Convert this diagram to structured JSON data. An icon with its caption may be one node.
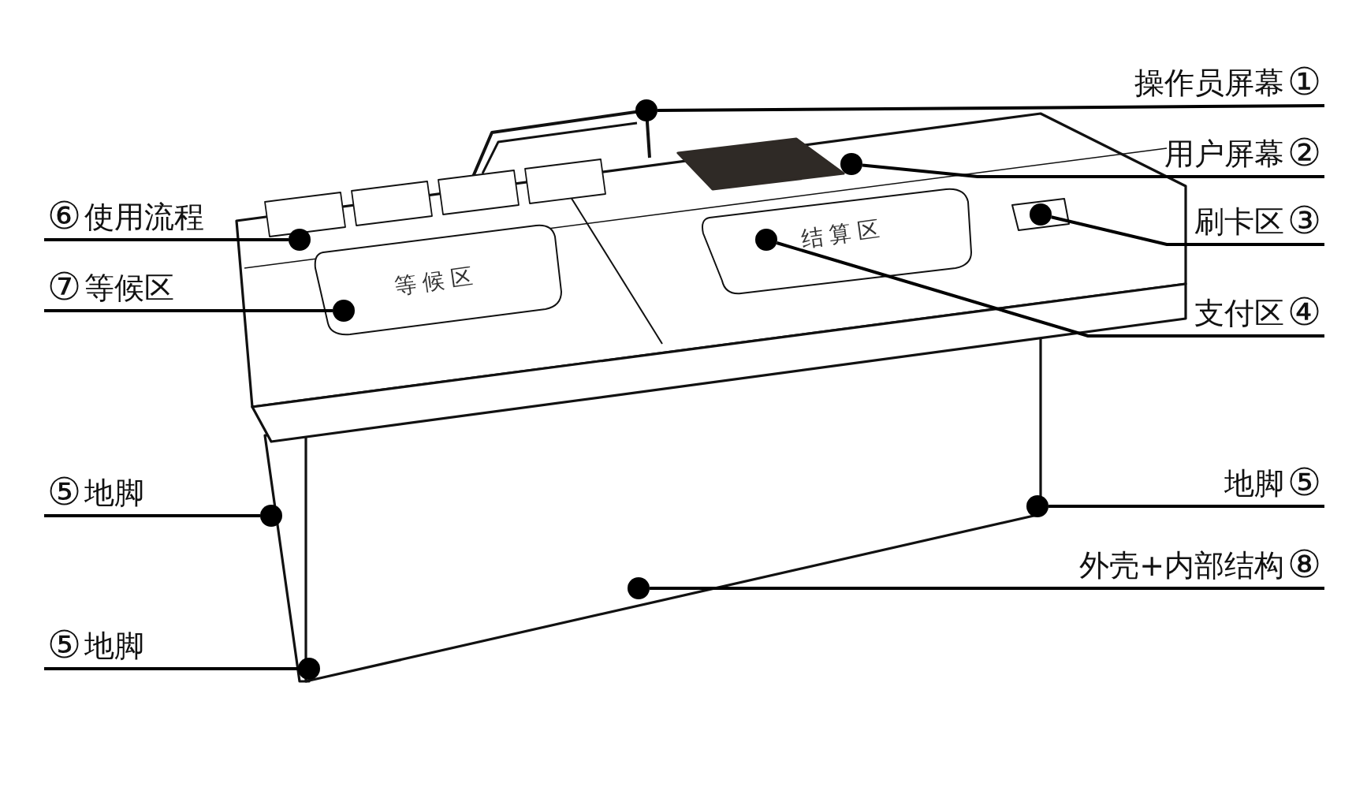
{
  "diagram": {
    "nodes": [
      {
        "text": [
          "操作员屏幕",
          "①"
        ]
      },
      {
        "text": [],
        "shape": "circle"
      },
      {
        "text": [
          "用户屏幕",
          "②"
        ]
      },
      {
        "text": [],
        "shape": "circle"
      },
      {
        "text": [
          "刷卡区",
          "③"
        ]
      },
      {
        "text": [],
        "shape": "circle"
      },
      {
        "text": [
          "支付区",
          "④"
        ]
      },
      {
        "text": [],
        "shape": "circle"
      },
      {
        "text": [
          "⑥",
          "使用流程"
        ]
      },
      {
        "text": [],
        "shape": "circle"
      },
      {
        "text": [
          "⑦",
          "等候区"
        ]
      },
      {
        "text": [],
        "shape": "circle"
      },
      {
        "text": [
          "⑤",
          "地脚"
        ]
      },
      {
        "text": [],
        "shape": "circle"
      },
      {
        "text": [
          "地脚",
          "⑤"
        ]
      },
      {
        "text": [],
        "shape": "circle"
      },
      {
        "text": [
          "⑤",
          "地脚"
        ]
      },
      {
        "text": [],
        "shape": "circle"
      },
      {
        "text": [
          "外壳+内部结构",
          "⑧"
        ]
      },
      {
        "text": [],
        "shape": "circle"
      }
    ],
    "edges": [
      {
        "from": 0,
        "to": 1,
        "arrow": "none"
      },
      {
        "from": 2,
        "to": 3,
        "arrow": "none"
      },
      {
        "from": 4,
        "to": 5,
        "arrow": "none"
      },
      {
        "from": 6,
        "to": 7,
        "arrow": "none"
      },
      {
        "from": 8,
        "to": 9,
        "arrow": "none"
      },
      {
        "from": 10,
        "to": 11,
        "arrow": "none"
      },
      {
        "from": 12,
        "to": 13,
        "arrow": "none"
      },
      {
        "from": 14,
        "to": 15,
        "arrow": "none"
      },
      {
        "from": 16,
        "to": 17,
        "arrow": "none"
      },
      {
        "from": 18,
        "to": 19,
        "arrow": "none"
      }
    ],
    "labels": [
      "结算区",
      "等候区"
    ]
  }
}
